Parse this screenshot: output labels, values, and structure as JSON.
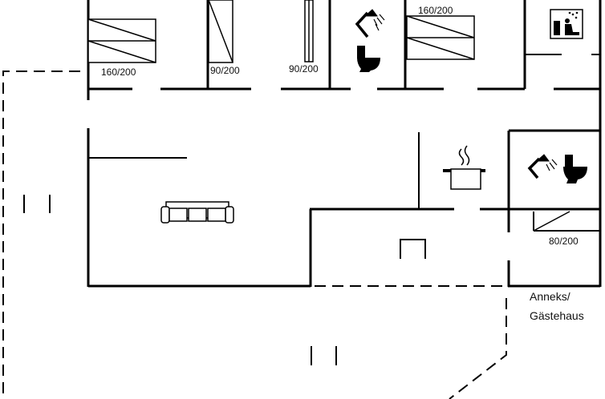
{
  "labels": {
    "bed_double_1": "160/200",
    "bed_single_1": "90/200",
    "bed_single_2": "90/200",
    "bed_double_2": "160/200",
    "bed_single_annex": "80/200",
    "annex_line1": "Anneks/",
    "annex_line2": "Gästehaus"
  },
  "colors": {
    "line": "#000000",
    "background": "#ffffff"
  }
}
